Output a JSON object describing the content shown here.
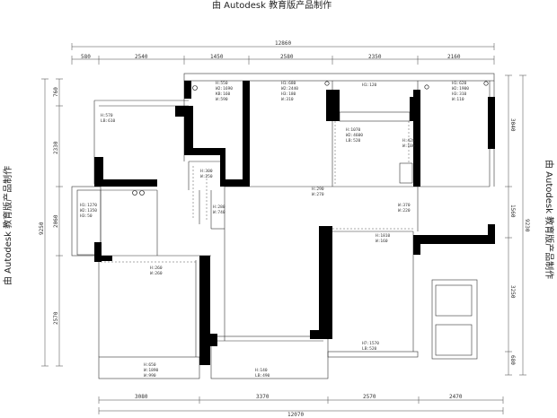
{
  "watermark": {
    "top": "由 Autodesk 教育版产品制作",
    "left": "由 Autodesk 教育版产品制作",
    "right": "由 Autodesk 教育版产品制作"
  },
  "dimensions": {
    "top_total": "12860",
    "top_segments": [
      "580",
      "2540",
      "1450",
      "2580",
      "2350",
      "2160"
    ],
    "bottom_total": "12070",
    "bottom_segments": [
      "3080",
      "3370",
      "2570",
      "2470"
    ],
    "left_total": "9250",
    "left_segments": [
      "760",
      "2330",
      "2060",
      "2570"
    ],
    "right_total": "9230",
    "right_segments": [
      "3040",
      "1560",
      "3250",
      "680"
    ]
  },
  "rooms": [
    {
      "id": "r1",
      "lines": [
        "H:570",
        "LB:610"
      ]
    },
    {
      "id": "r2",
      "lines": [
        "H:550",
        "W2:1690",
        "KB:160",
        "W:590"
      ]
    },
    {
      "id": "r3",
      "lines": [
        "H1:680",
        "W2:2440",
        "H3:180",
        "W:310"
      ]
    },
    {
      "id": "r4",
      "lines": [
        "H1:120"
      ]
    },
    {
      "id": "r5",
      "lines": [
        "H1:620",
        "W2:1900",
        "H3:310",
        "W:110"
      ]
    },
    {
      "id": "r6",
      "lines": [
        "H1:1270",
        "W2:1350",
        "H3:50"
      ]
    },
    {
      "id": "r7",
      "lines": [
        "H:300",
        "W:250"
      ]
    },
    {
      "id": "r8",
      "lines": [
        "H:280",
        "W:740"
      ]
    },
    {
      "id": "r9",
      "lines": [
        "H:1070",
        "W2:4600",
        "LB:520"
      ]
    },
    {
      "id": "r10",
      "lines": [
        "H:420",
        "W:100"
      ]
    },
    {
      "id": "r11",
      "lines": [
        "H:290",
        "W:270"
      ]
    },
    {
      "id": "r12",
      "lines": [
        "W:370",
        "W:220"
      ]
    },
    {
      "id": "r13",
      "lines": [
        "H:260",
        "W:260"
      ]
    },
    {
      "id": "r14",
      "lines": [
        "H:1810",
        "W:160"
      ]
    },
    {
      "id": "r15",
      "lines": [
        "H:650",
        "W:1890",
        "W:990"
      ]
    },
    {
      "id": "r16",
      "lines": [
        "H:140",
        "LB:490"
      ]
    },
    {
      "id": "r17",
      "lines": [
        "H7:1570",
        "LB:520"
      ]
    }
  ],
  "colors": {
    "wall": "#000000",
    "line": "#333333",
    "background": "#ffffff"
  }
}
